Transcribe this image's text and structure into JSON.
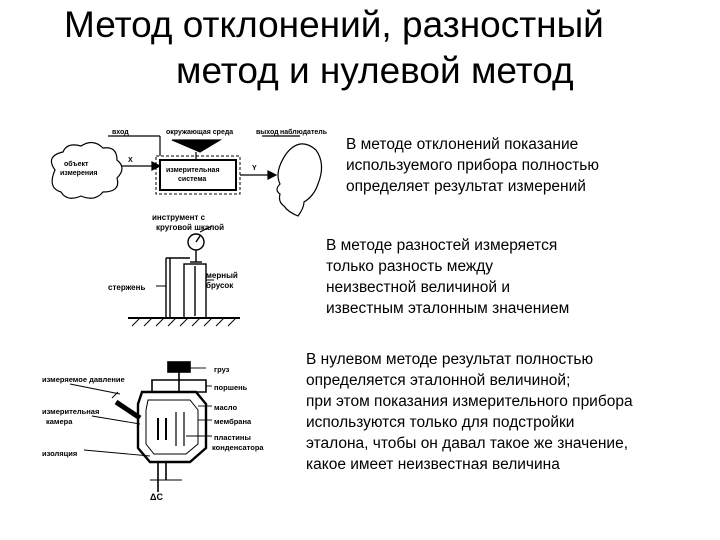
{
  "slide": {
    "title_line1": "Метод отклонений, разностный",
    "title_line2": "метод и нулевой метод"
  },
  "paragraphs": [
    {
      "lines": [
        "В методе отклонений показание",
        "используемого прибора полностью",
        "определяет результат измерений"
      ]
    },
    {
      "lines": [
        "В методе разностей измеряется",
        "только разность между",
        "неизвестной величиной и",
        "известным эталонным значением"
      ]
    },
    {
      "lines": [
        "В нулевом методе результат полностью",
        "определяется эталонной величиной;",
        "при этом показания измерительного прибора",
        "используются только для подстройки",
        "эталона, чтобы он давал такое же значение,",
        "какое имеет  неизвестная величина"
      ]
    }
  ],
  "figure1": {
    "label_input": "вход",
    "label_env": "окружающая среда",
    "label_output": "выход",
    "label_observer": "наблюдатель",
    "label_object_1": "объект",
    "label_object_2": "измерения",
    "label_x": "X",
    "label_y": "Y",
    "label_system_1": "измерительная",
    "label_system_2": "система"
  },
  "figure2": {
    "label_instrument_1": "инструмент с",
    "label_instrument_2": "круговой шкалой",
    "label_rod": "стержень",
    "label_block_1": "мерный",
    "label_block_2": "брусок"
  },
  "figure3": {
    "label_pressure": "измеряемое давление",
    "label_chamber_1": "измерительная",
    "label_chamber_2": "камера",
    "label_insulation": "изоляция",
    "label_weight": "груз",
    "label_piston": "поршень",
    "label_oil": "масло",
    "label_membrane": "мембрана",
    "label_plates_1": "пластины",
    "label_plates_2": "конденсатора",
    "label_dc": "ΔC"
  }
}
